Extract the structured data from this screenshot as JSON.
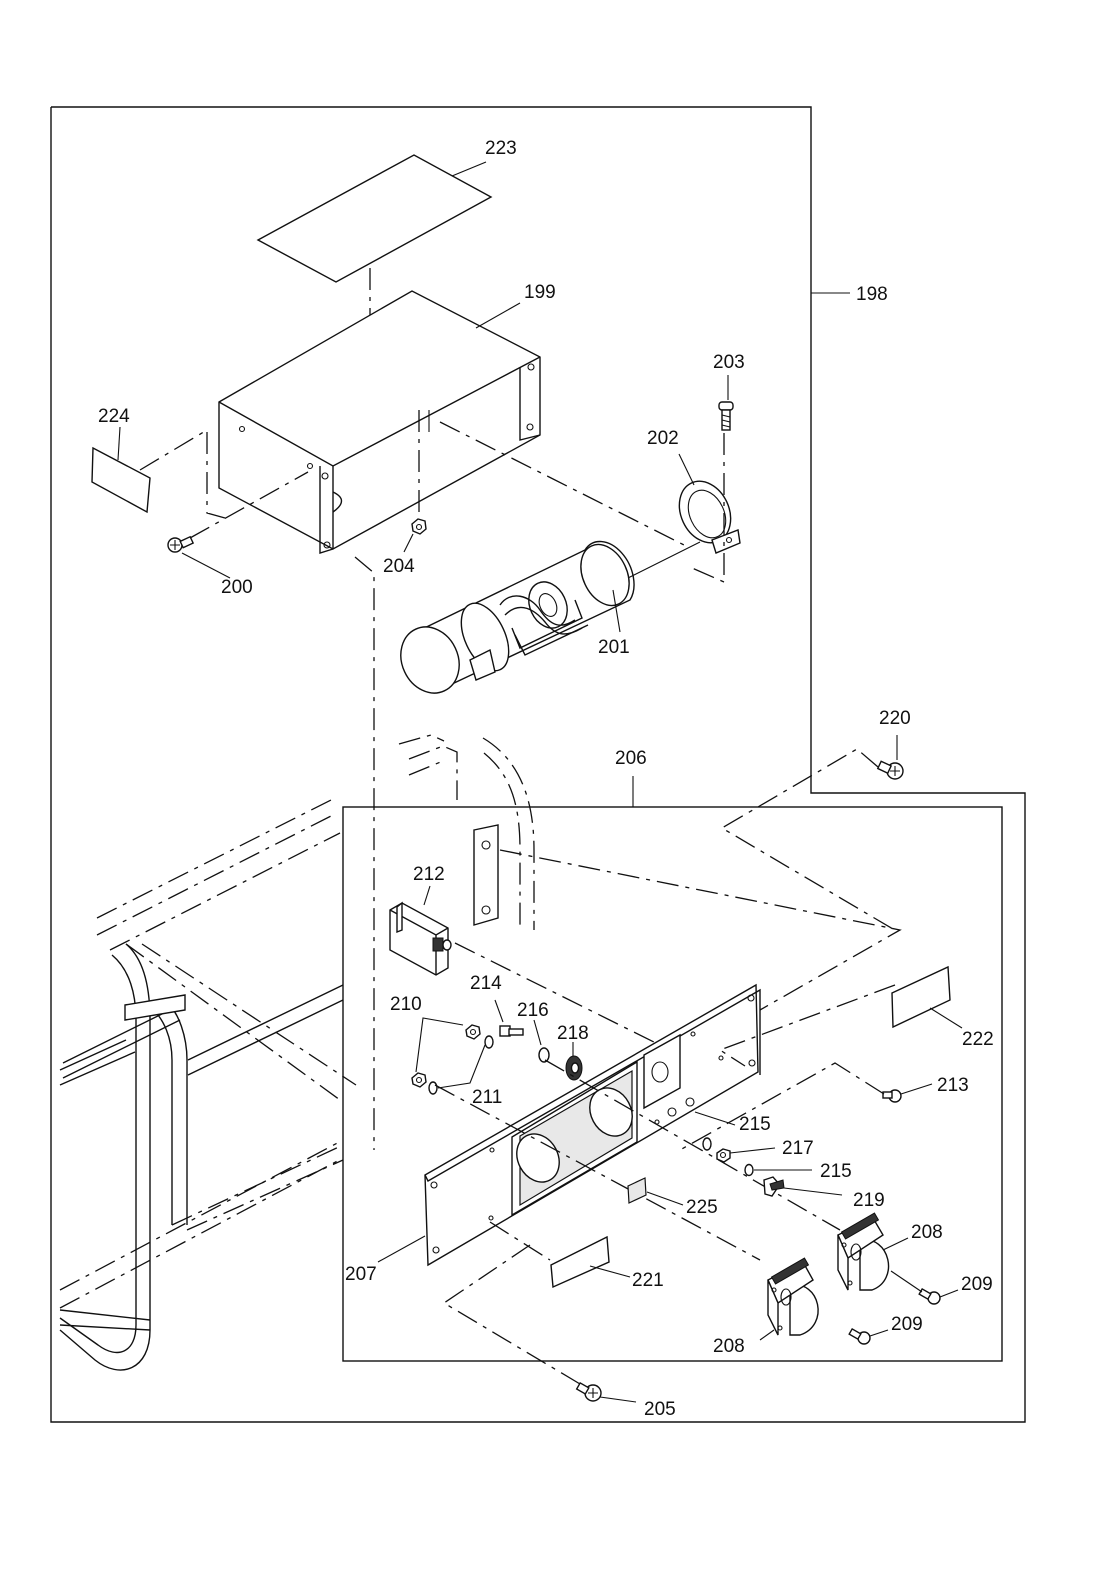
{
  "labels": {
    "p198": "198",
    "p199": "199",
    "p200": "200",
    "p201": "201",
    "p202": "202",
    "p203": "203",
    "p204": "204",
    "p205": "205",
    "p206": "206",
    "p207": "207",
    "p208a": "208",
    "p208b": "208",
    "p209a": "209",
    "p209b": "209",
    "p210": "210",
    "p211": "211",
    "p212": "212",
    "p213": "213",
    "p214": "214",
    "p215a": "215",
    "p215b": "215",
    "p216": "216",
    "p217": "217",
    "p218": "218",
    "p219": "219",
    "p220": "220",
    "p221": "221",
    "p222": "222",
    "p223": "223",
    "p224": "224",
    "p225": "225"
  }
}
